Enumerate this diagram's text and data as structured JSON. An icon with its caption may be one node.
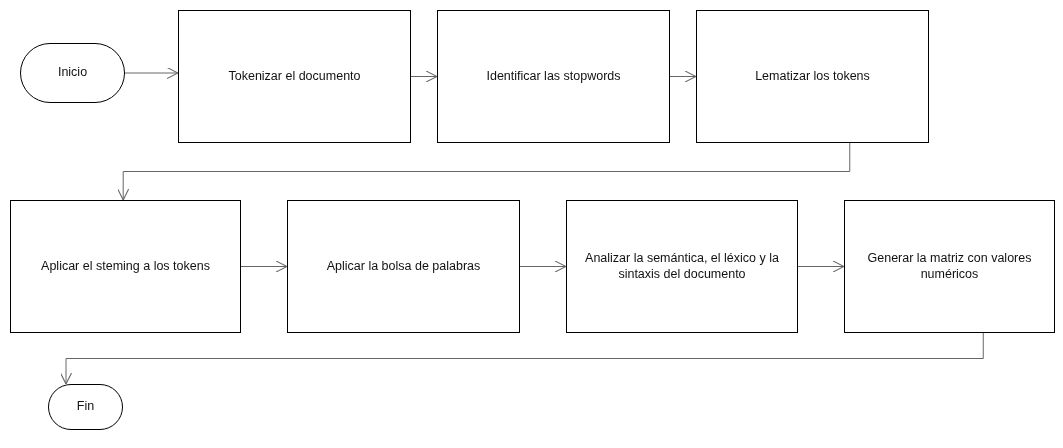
{
  "diagram": {
    "nodes": [
      {
        "text": [
          "Inicio"
        ]
      },
      {
        "text": [
          "Tokenizar el documento"
        ]
      },
      {
        "text": [
          "Identificar las stopwords"
        ]
      },
      {
        "text": [
          "Lematizar los tokens"
        ]
      },
      {
        "text": [
          "Aplicar el steming a los tokens"
        ]
      },
      {
        "text": [
          "Aplicar la bolsa de palabras"
        ]
      },
      {
        "text": [
          "Analizar la semántica, el léxico y la sintaxis del documento"
        ]
      },
      {
        "text": [
          "Generar la matriz con valores numéricos"
        ]
      },
      {
        "text": [
          "Fin"
        ]
      }
    ],
    "edges": [
      {
        "from": 0,
        "to": 1,
        "arrow": "to"
      },
      {
        "from": 1,
        "to": 2,
        "arrow": "to"
      },
      {
        "from": 2,
        "to": 3,
        "arrow": "to"
      },
      {
        "from": 3,
        "to": 4,
        "arrow": "to"
      },
      {
        "from": 4,
        "to": 5,
        "arrow": "to"
      },
      {
        "from": 5,
        "to": 6,
        "arrow": "to"
      },
      {
        "from": 6,
        "to": 7,
        "arrow": "to"
      },
      {
        "from": 7,
        "to": 8,
        "arrow": "to"
      }
    ]
  }
}
